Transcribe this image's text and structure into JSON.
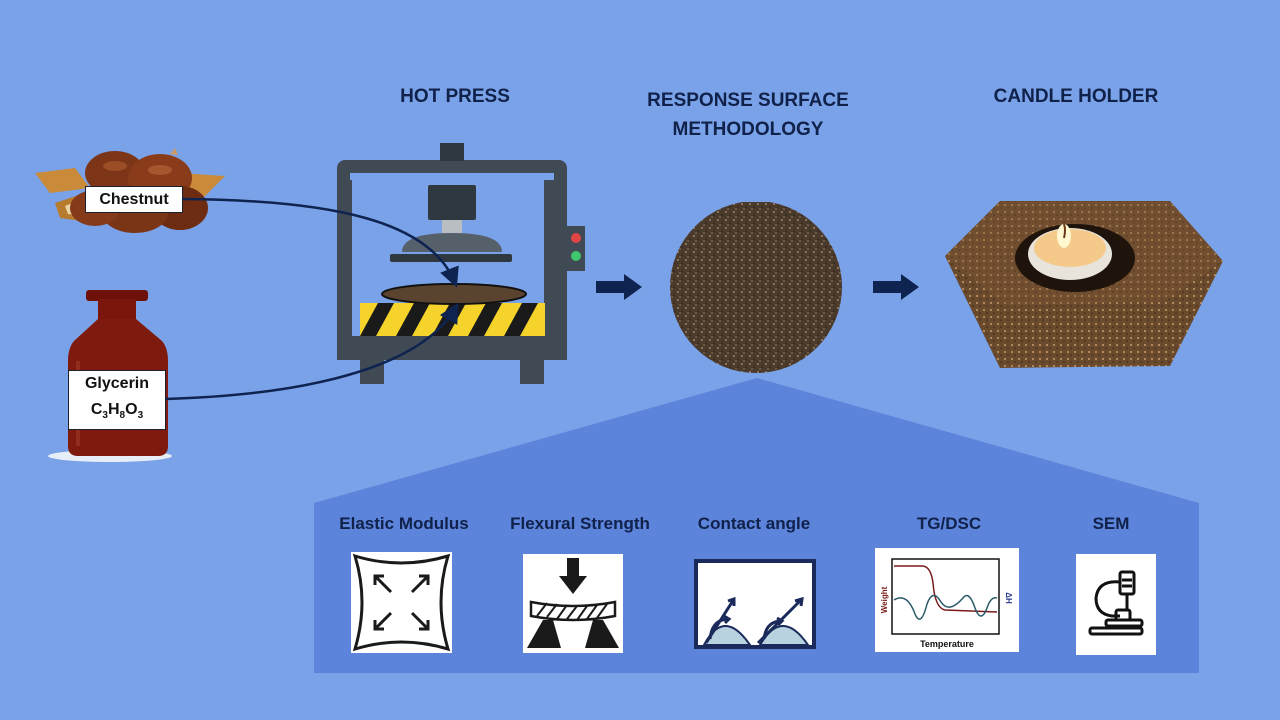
{
  "titles": {
    "hot_press": "HOT PRESS",
    "rsm_line1": "RESPONSE SURFACE",
    "rsm_line2": "METHODOLOGY",
    "candle_holder": "CANDLE HOLDER"
  },
  "materials": {
    "chestnut": "Chestnut",
    "glycerin": "Glycerin",
    "formula": {
      "c": "C",
      "c_sub": "3",
      "h": "H",
      "h_sub": "8",
      "o": "O",
      "o_sub": "3"
    }
  },
  "tests": [
    {
      "label": "Elastic Modulus",
      "icon": "elastic-modulus-icon"
    },
    {
      "label": "Flexural Strength",
      "icon": "flexural-strength-icon"
    },
    {
      "label": "Contact angle",
      "icon": "contact-angle-icon"
    },
    {
      "label": "TG/DSC",
      "icon": "tg-dsc-icon"
    },
    {
      "label": "SEM",
      "icon": "microscope-icon"
    }
  ],
  "tgdsc_chart": {
    "xlabel": "Temperature",
    "ylabel_left": "Weight",
    "ylabel_right": "ΔH"
  },
  "colors": {
    "background": "#7aa2e8",
    "panel": "#5d84db",
    "title_text": "#10214a",
    "arrow": "#0f2350",
    "press_frame": "#3f4a54",
    "hazard_yellow": "#f6d32a"
  }
}
